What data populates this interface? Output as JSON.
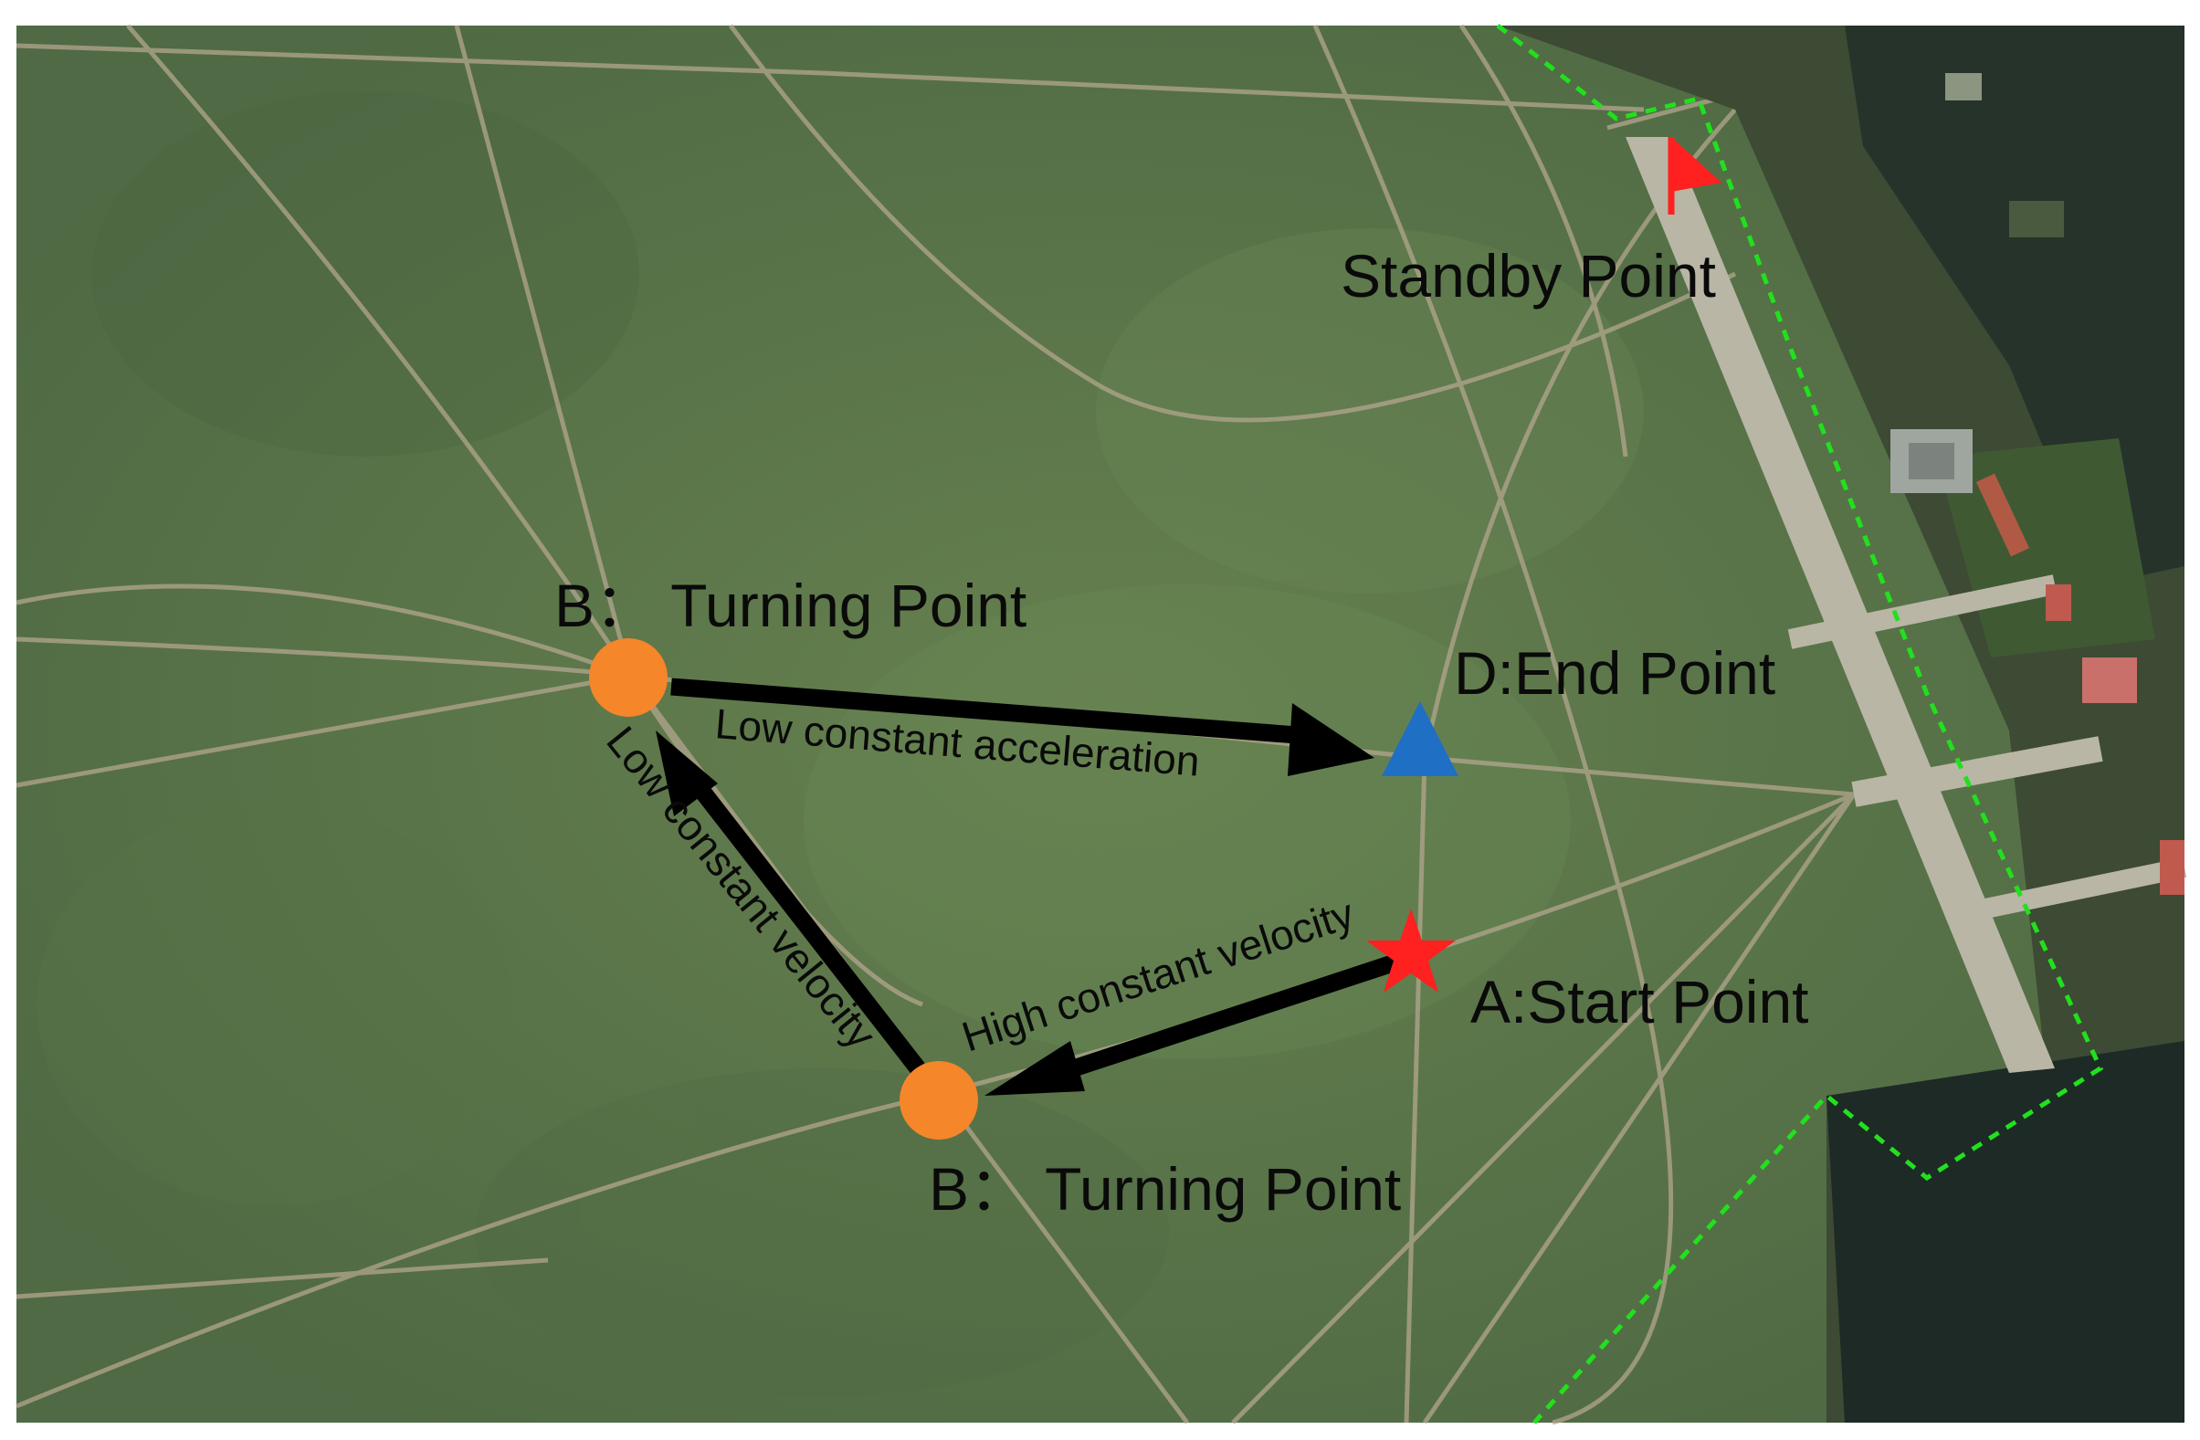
{
  "map": {
    "labels": {
      "standby": "Standby Point",
      "turning_top": "B： Turning Point",
      "turning_bottom": "B： Turning Point",
      "end": "D:End Point",
      "start": "A:Start Point"
    },
    "segments": {
      "high_velocity": "High constant velocity",
      "low_velocity": "Low constant velocity",
      "low_acceleration": "Low constant acceleration"
    },
    "markers": {
      "start": {
        "shape": "star",
        "color": "#ff2020"
      },
      "turning": {
        "shape": "circle",
        "color": "#f5862a"
      },
      "end": {
        "shape": "triangle",
        "color": "#1f6fc5"
      },
      "standby": {
        "shape": "flag",
        "color": "#ff2020"
      }
    },
    "colors": {
      "grass": "#58724a",
      "track": "#b3a68e",
      "boundary": "#22e01e",
      "arrow": "#000000",
      "runway": "#b9b6a6"
    }
  }
}
